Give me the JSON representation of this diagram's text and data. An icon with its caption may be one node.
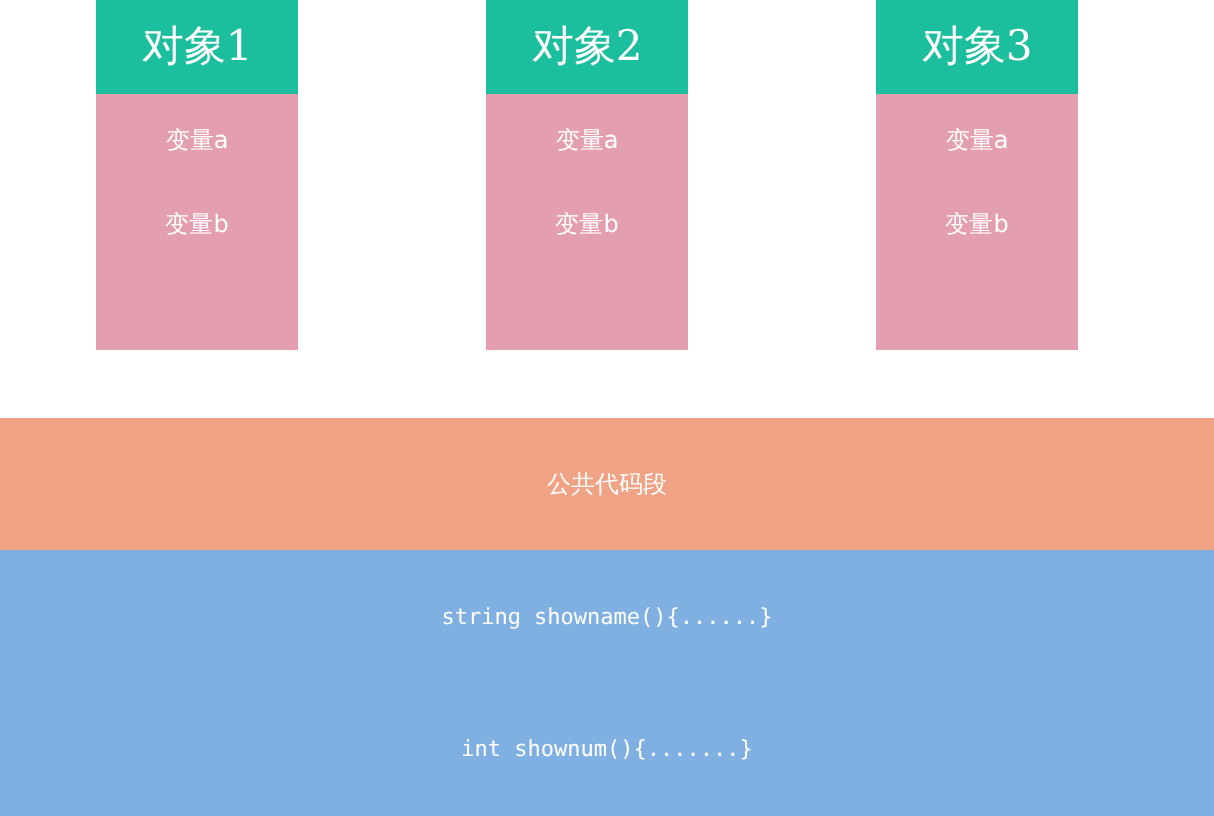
{
  "diagram": {
    "nodes": [
      {
        "text": [
          "对象1",
          "变量a",
          "变量b"
        ]
      },
      {
        "text": [
          "对象2",
          "变量a",
          "变量b"
        ]
      },
      {
        "text": [
          "对象3",
          "变量a",
          "变量b"
        ]
      },
      {
        "text": [
          "公共代码段"
        ]
      },
      {
        "text": [
          "string showname(){......}",
          "int shownum(){.......}"
        ]
      }
    ],
    "edges": []
  }
}
